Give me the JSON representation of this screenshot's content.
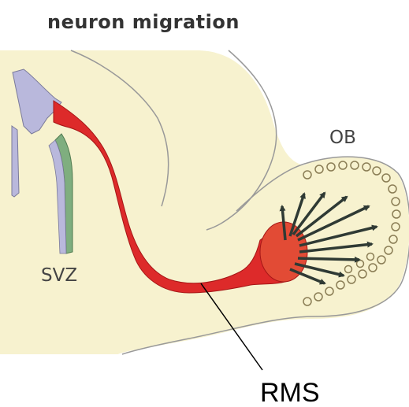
{
  "title": "neuron migration",
  "labels": {
    "olfactory_bulb": "OB",
    "subventricular_zone": "SVZ",
    "rostral_migratory_stream": "RMS"
  },
  "colors": {
    "tissue": "#f7f2cf",
    "tissue_outline": "#999999",
    "stream": "#dd2a2a",
    "stream_head": "#e24b35",
    "ventricle": "#b9b8dc",
    "svz_layer": "#7fae7f",
    "arrows": "#2f3a34"
  }
}
